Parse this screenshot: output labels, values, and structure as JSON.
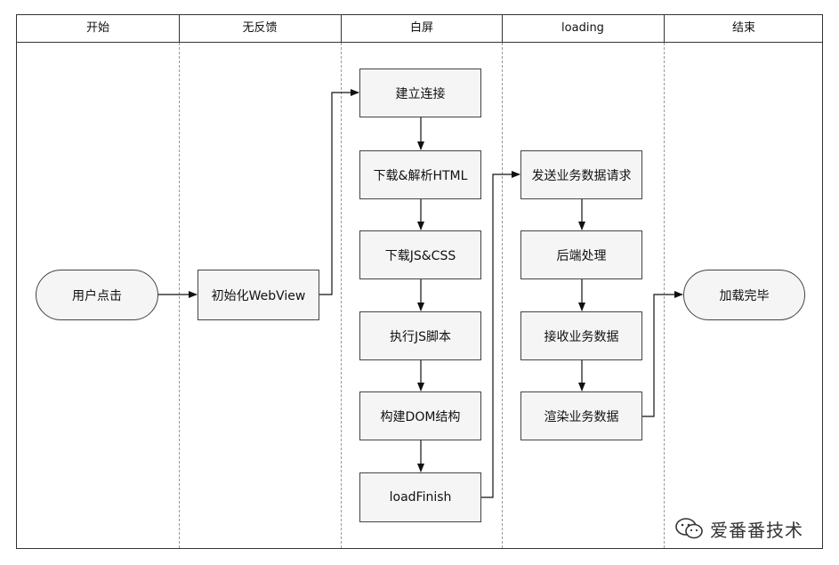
{
  "lanes": [
    "开始",
    "无反馈",
    "白屏",
    "loading",
    "结束"
  ],
  "nodes": {
    "user_click": "用户点击",
    "init_webview": "初始化WebView",
    "connect": "建立连接",
    "download_html": "下载&解析HTML",
    "download_js_css": "下载JS&CSS",
    "exec_js": "执行JS脚本",
    "build_dom": "构建DOM结构",
    "load_finish": "loadFinish",
    "send_request": "发送业务数据请求",
    "backend": "后端处理",
    "receive_data": "接收业务数据",
    "render_data": "渲染业务数据",
    "load_done": "加载完毕"
  },
  "watermark": {
    "text": "爱番番技术",
    "icon": "wechat-icon"
  }
}
